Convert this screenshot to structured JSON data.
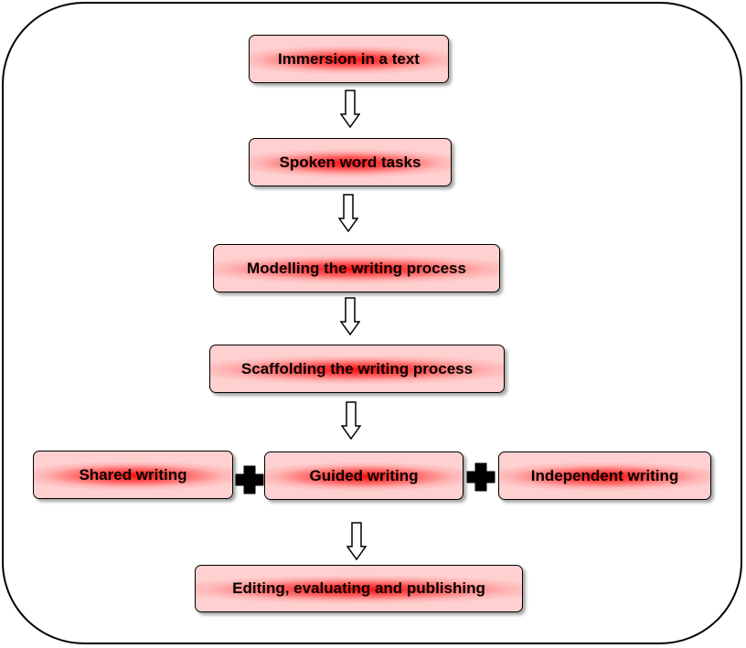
{
  "flow": {
    "step1": "Immersion in a text",
    "step2": "Spoken word tasks",
    "step3": "Modelling the writing process",
    "step4": "Scaffolding the writing process",
    "step5a": "Shared writing",
    "step5b": "Guided writing",
    "step5c": "Independent writing",
    "step6": "Editing, evaluating and publishing"
  },
  "icons": {
    "down_arrow": "down-arrow-icon",
    "plus": "plus-icon"
  },
  "colors": {
    "box_center": "#ff0a0a",
    "box_edge": "#ffd0d0",
    "border": "#000000"
  }
}
